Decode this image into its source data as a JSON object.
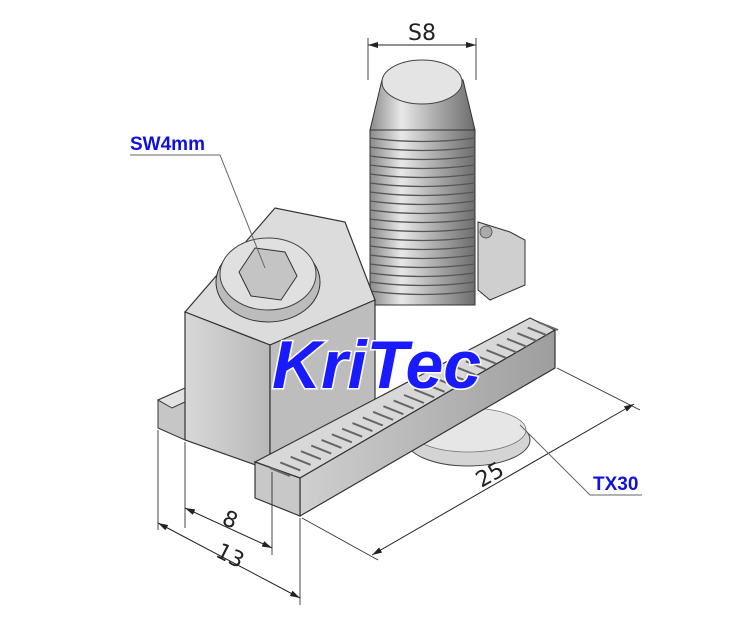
{
  "drawing": {
    "brand_watermark": "KriTec",
    "callouts": {
      "hex_key": "SW4mm",
      "torx": "TX30"
    },
    "dimensions": {
      "thread": "S8",
      "width_inner": "8",
      "width_outer": "13",
      "length": "25"
    },
    "colors": {
      "callout_text": "#1010e0",
      "brand_text": "#1a1aff",
      "metal": "#c9c9c9",
      "dimension_lines": "#333333"
    }
  }
}
